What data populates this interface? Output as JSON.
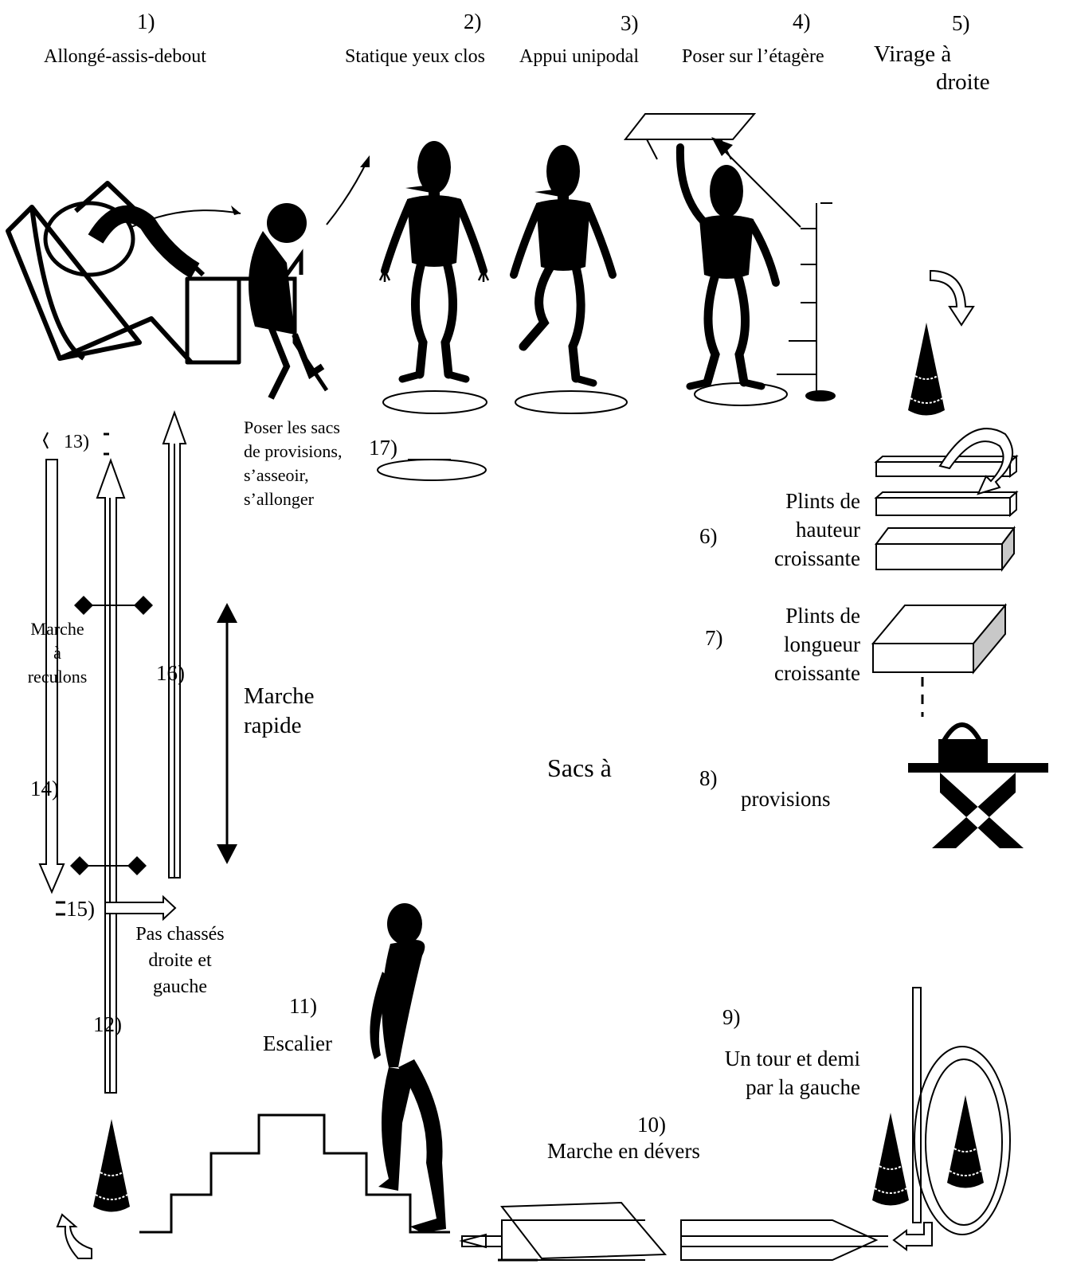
{
  "stations": {
    "s1": {
      "num": "1)",
      "label": "Allongé-assis-debout"
    },
    "s2": {
      "num": "2)",
      "label": "Statique yeux clos"
    },
    "s3": {
      "num": "3)",
      "label": "Appui unipodal"
    },
    "s4": {
      "num": "4)",
      "label": "Poser sur l’étagère"
    },
    "s5": {
      "num": "5)",
      "label_line1": "Virage à",
      "label_line2": "droite"
    },
    "s6": {
      "num": "6)",
      "label_line1": "Plints de",
      "label_line2": "hauteur",
      "label_line3": "croissante"
    },
    "s7": {
      "num": "7)",
      "label_line1": "Plints de",
      "label_line2": "longueur",
      "label_line3": "croissante"
    },
    "s8": {
      "num": "8)",
      "label_line1": "Sacs à",
      "label_line2": "provisions"
    },
    "s9": {
      "num": "9)",
      "label_line1": "Un tour et demi",
      "label_line2": "par la gauche"
    },
    "s10": {
      "num": "10)",
      "label": "Marche en dévers"
    },
    "s11": {
      "num": "11)",
      "label": "Escalier"
    },
    "s12": {
      "num": "12)"
    },
    "s13": {
      "num": "13)"
    },
    "s14": {
      "num": "14)",
      "label_line1": "Marche",
      "label_line2": "à",
      "label_line3": "reculons"
    },
    "s15": {
      "num": "15)",
      "label_line1": "Pas chassés",
      "label_line2": "droite et",
      "label_line3": "gauche"
    },
    "s16": {
      "num": "16)",
      "label_line1": "Marche",
      "label_line2": "rapide"
    },
    "s17": {
      "num": "17)",
      "label_line1": "Poser les sacs",
      "label_line2": "de provisions,",
      "label_line3": "s’asseoir,",
      "label_line4": "s’allonger"
    }
  },
  "colors": {
    "ink": "#000000",
    "paper": "#ffffff",
    "shade": "#c8c8c8"
  },
  "icons": [
    "deckchair-figure",
    "chair-figure",
    "standing-figure",
    "one-leg-figure",
    "reaching-figure",
    "shelf",
    "cone",
    "stacked-plinths",
    "long-plinth",
    "bag-on-table",
    "slalom-loop",
    "slope-ramp",
    "walking-silhouette",
    "staircase"
  ]
}
